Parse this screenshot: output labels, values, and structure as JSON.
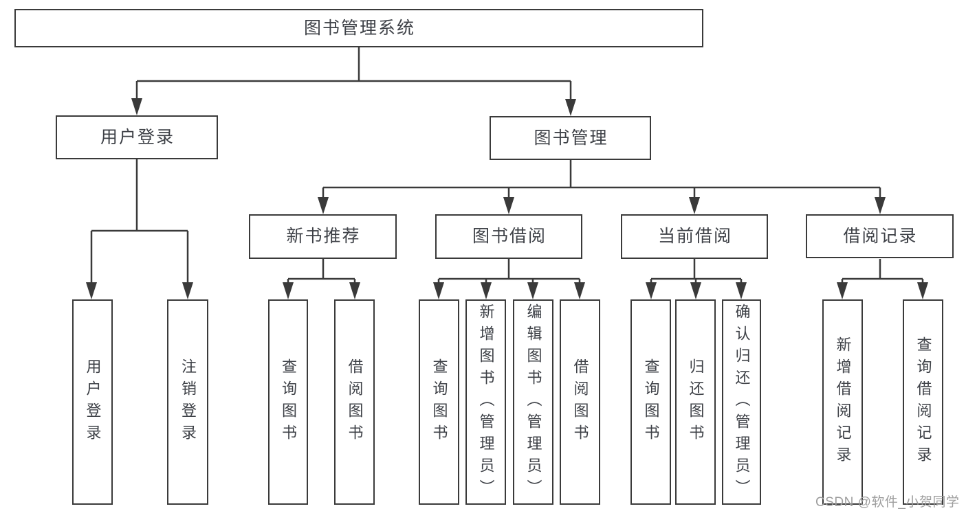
{
  "diagram": {
    "title": "图书管理系统",
    "type": "hierarchy-tree",
    "watermark": "CSDN @软件_小贺同学",
    "colors": {
      "background": "#ffffff",
      "line": "#3a3a3a",
      "box_border": "#3a3a3a",
      "box_fill": "#ffffff",
      "text": "#3e4147",
      "watermark_text": "#9e9e9e"
    },
    "nodes": [
      {
        "id": "root",
        "label": "图书管理系统",
        "parent": null,
        "level": 1
      },
      {
        "id": "user-login",
        "label": "用户登录",
        "parent": "root",
        "level": 2
      },
      {
        "id": "book-mgmt",
        "label": "图书管理",
        "parent": "root",
        "level": 2
      },
      {
        "id": "new-book-rec",
        "label": "新书推荐",
        "parent": "book-mgmt",
        "level": 3
      },
      {
        "id": "book-borrow",
        "label": "图书借阅",
        "parent": "book-mgmt",
        "level": 3
      },
      {
        "id": "current-borrow",
        "label": "当前借阅",
        "parent": "book-mgmt",
        "level": 3
      },
      {
        "id": "borrow-record",
        "label": "借阅记录",
        "parent": "book-mgmt",
        "level": 3
      },
      {
        "id": "v-user-login",
        "label": "用户登录",
        "parent": "user-login",
        "level": 4
      },
      {
        "id": "v-logout",
        "label": "注销登录",
        "parent": "user-login",
        "level": 4
      },
      {
        "id": "v-query-book-1",
        "label": "查询图书",
        "parent": "new-book-rec",
        "level": 4
      },
      {
        "id": "v-borrow-book-1",
        "label": "借阅图书",
        "parent": "new-book-rec",
        "level": 4
      },
      {
        "id": "v-query-book-2",
        "label": "查询图书",
        "parent": "book-borrow",
        "level": 4
      },
      {
        "id": "v-add-book",
        "label": "新增图书（管理员）",
        "parent": "book-borrow",
        "level": 4
      },
      {
        "id": "v-edit-book",
        "label": "编辑图书（管理员）",
        "parent": "book-borrow",
        "level": 4
      },
      {
        "id": "v-borrow-book-2",
        "label": "借阅图书",
        "parent": "book-borrow",
        "level": 4
      },
      {
        "id": "v-query-book-3",
        "label": "查询图书",
        "parent": "current-borrow",
        "level": 4
      },
      {
        "id": "v-return-book",
        "label": "归还图书",
        "parent": "current-borrow",
        "level": 4
      },
      {
        "id": "v-confirm-return",
        "label": "确认归还（管理员）",
        "parent": "current-borrow",
        "level": 4
      },
      {
        "id": "v-add-record",
        "label": "新增借阅记录",
        "parent": "borrow-record",
        "level": 4
      },
      {
        "id": "v-query-record",
        "label": "查询借阅记录",
        "parent": "borrow-record",
        "level": 4
      }
    ]
  }
}
